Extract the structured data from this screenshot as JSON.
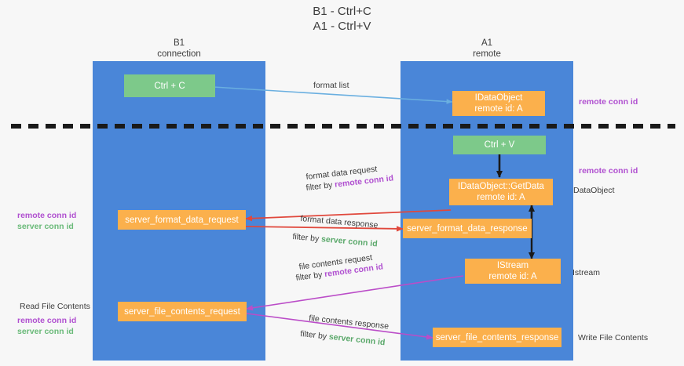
{
  "title": "B1 - Ctrl+C\nA1 - Ctrl+V",
  "lanes": [
    {
      "name": "b1",
      "header": "B1\nconnection"
    },
    {
      "name": "a1",
      "header": "A1\nremote"
    }
  ],
  "nodes": {
    "ctrl_c": "Ctrl + C",
    "ctrl_v": "Ctrl + V",
    "idataobject": "IDataObject\nremote id: A",
    "getdata": "IDataObject::GetData\nremote id: A",
    "istream": "IStream\nremote id: A",
    "server_format_data_request": "server_format_data_request",
    "server_format_data_response": "server_format_data_response",
    "server_file_contents_request": "server_file_contents_request",
    "server_file_contents_response": "server_file_contents_response"
  },
  "edge_labels": {
    "format_list": "format list",
    "format_data_request": "format data request",
    "format_data_filter_prefix": "filter by ",
    "format_data_filter_key": "remote conn id",
    "format_data_response": "format data response",
    "format_resp_filter_prefix": "filter by ",
    "format_resp_filter_key": "server conn id",
    "file_contents_request": "file contents request",
    "file_req_filter_prefix": "filter by ",
    "file_req_filter_key": "remote conn id",
    "file_contents_response": "file contents response",
    "file_resp_filter_prefix": "filter by ",
    "file_resp_filter_key": "server conn id"
  },
  "side_labels": {
    "right_remote_conn_top": "remote conn id",
    "right_remote_conn_mid": "remote conn id",
    "right_dataobject": "DataObject",
    "right_istream": "Istream",
    "right_write_file": "Write File Contents",
    "left_remote_conn": "remote conn id",
    "left_server_conn": "server conn id",
    "left_read_file": "Read File Contents",
    "left_remote_conn_2": "remote conn id",
    "left_server_conn_2": "server conn id"
  },
  "colors": {
    "lane": "#4a86d8",
    "green_node": "#7dc98a",
    "orange_node": "#fbb04c",
    "arrow_blue": "#6aafe0",
    "arrow_red": "#e0483c",
    "arrow_magenta": "#bb4dc8",
    "arrow_black": "#1a1a1a",
    "divider": "#1a1a1a",
    "purple_text": "#b050d0",
    "green_text": "#5aa86a",
    "background": "#f7f7f7"
  },
  "icons": {
    "divider": "dashed-divider",
    "arrowhead": "arrow-head"
  }
}
